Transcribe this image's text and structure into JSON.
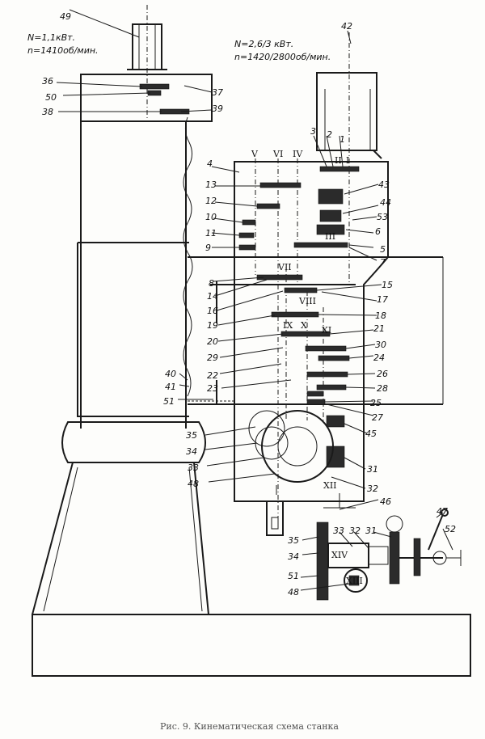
{
  "caption": "Рис. 9. Кинематическая схема станка",
  "motor_left": {
    "power": "N=1,1кВт.",
    "speed": "n=1410об/мин."
  },
  "motor_right": {
    "power": "N=2,6/3 кВт.",
    "speed": "n=1420/2800об/мин."
  },
  "shafts": [
    "V",
    "VI",
    "IV",
    "I",
    "II",
    "III",
    "VII",
    "VIII",
    "IX",
    "X",
    "XI",
    "XII",
    "XIII",
    "XIV"
  ],
  "parts": [
    "1",
    "2",
    "3",
    "4",
    "5",
    "6",
    "7",
    "8",
    "9",
    "10",
    "11",
    "12",
    "13",
    "14",
    "15",
    "16",
    "17",
    "18",
    "19",
    "20",
    "21",
    "22",
    "23",
    "24",
    "25",
    "26",
    "27",
    "28",
    "29",
    "30",
    "31",
    "32",
    "33",
    "34",
    "35",
    "36",
    "37",
    "38",
    "39",
    "40",
    "41",
    "42",
    "43",
    "44",
    "45",
    "46",
    "47",
    "48",
    "49",
    "50",
    "51",
    "52",
    "53"
  ]
}
